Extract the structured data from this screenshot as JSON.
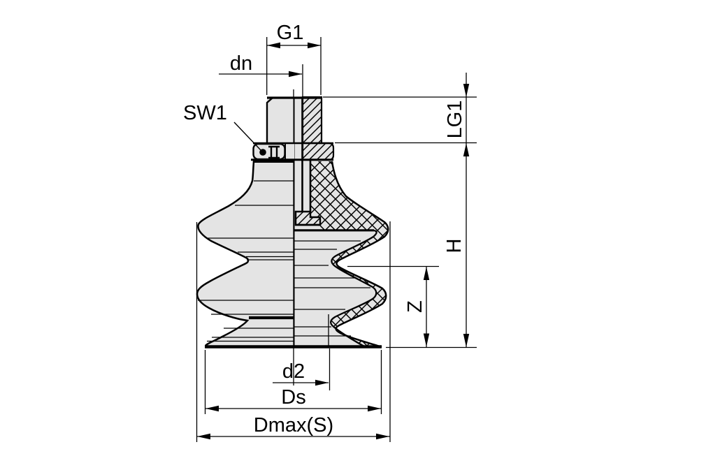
{
  "drawing": {
    "type": "technical-cross-section",
    "subject": "Bellows suction cup with threaded fitting, half-section view",
    "colors": {
      "background": "#ffffff",
      "part_fill": "#e4e4e4",
      "line_color": "#000000"
    },
    "labels": {
      "g1": "G1",
      "dn": "dn",
      "sw1": "SW1",
      "lg1": "LG1",
      "h": "H",
      "z": "Z",
      "d2": "d2",
      "ds": "Ds",
      "dmax_s": "Dmax(S)"
    }
  }
}
